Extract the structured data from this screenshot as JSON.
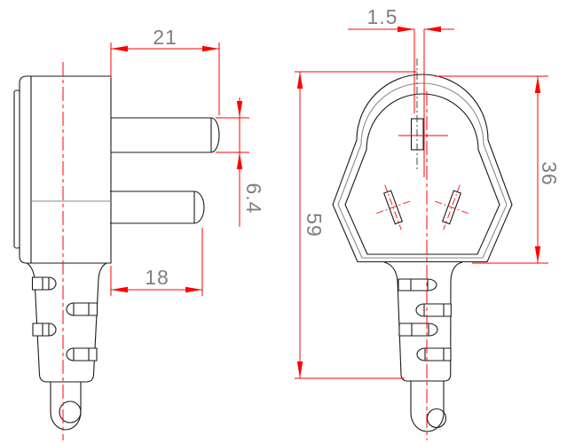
{
  "drawing": {
    "type": "technical-drawing",
    "subject": "three-pin electrical plug, orthographic side and front views with dimensions",
    "views": {
      "left": "side-view",
      "right": "front-view"
    },
    "dimensions": {
      "top_pin_length": "21",
      "bottom_pin_length": "18",
      "pin_diameter": "6.4",
      "earth_slot_offset": "1.5",
      "face_height": "36",
      "overall_height": "59"
    },
    "colors": {
      "dimension_line": "#ff0000",
      "dimension_text": "#7f7f7f",
      "outline": "#1a1a1a",
      "seam": "#8a8a8a"
    }
  }
}
